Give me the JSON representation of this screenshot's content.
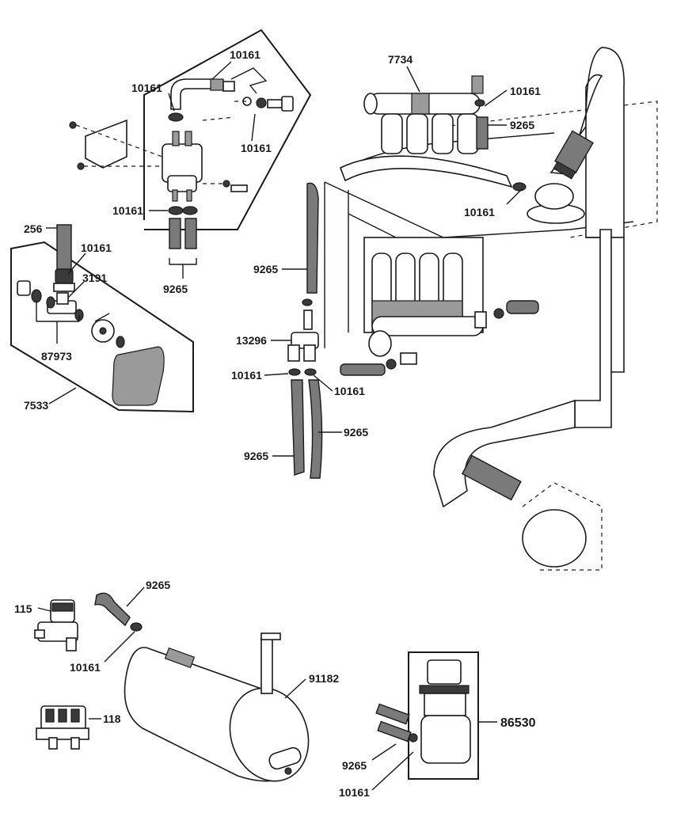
{
  "labels": {
    "top_detail_10161_a": "10161",
    "top_detail_10161_b": "10161",
    "top_detail_10161_c": "10161",
    "top_detail_10161_d": "10161",
    "top_detail_9265": "9265",
    "left_detail_256": "256",
    "left_detail_10161": "10161",
    "left_detail_3191": "3191",
    "left_detail_87973": "87973",
    "left_detail_7533": "7533",
    "main_7734": "7734",
    "main_10161_top": "10161",
    "main_9265_top": "9265",
    "main_10161_cap": "10161",
    "main_9265_left": "9265",
    "main_13296": "13296",
    "main_10161_left": "10161",
    "main_10161_right": "10161",
    "main_9265_lower_right": "9265",
    "main_9265_lower_left": "9265",
    "bottom_9265": "9265",
    "bottom_115": "115",
    "bottom_10161": "10161",
    "bottom_118": "118",
    "bottom_91182": "91182",
    "bottom_86530": "86530",
    "bottom_9265_filter": "9265",
    "bottom_10161_filter": "10161"
  }
}
